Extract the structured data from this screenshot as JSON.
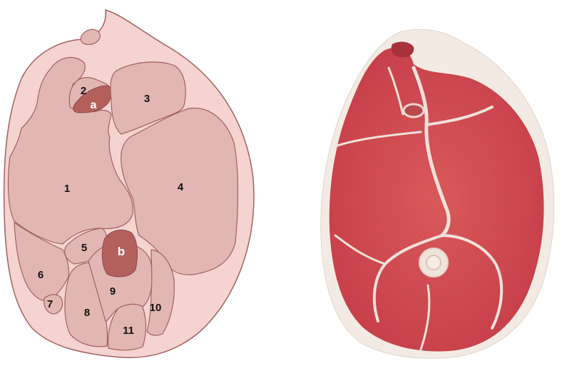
{
  "figure": {
    "diagram_panel": {
      "muscle_labels": {
        "m1": "1",
        "m2": "2",
        "m3": "3",
        "m4": "4",
        "m5": "5",
        "m6": "6",
        "m7": "7",
        "m8": "8",
        "m9": "9",
        "m10": "10",
        "m11": "11"
      },
      "bone_labels": {
        "a": "a",
        "b": "b"
      }
    },
    "photo_panel": {}
  },
  "colors": {
    "fat": "#f4d3d1",
    "muscle": "#e2b7b3",
    "outline": "#a0625e",
    "bone": "#b3605d",
    "meat": "#d04a4e",
    "meat_dark": "#b8343c",
    "photo_fat": "#f3ebe3"
  }
}
